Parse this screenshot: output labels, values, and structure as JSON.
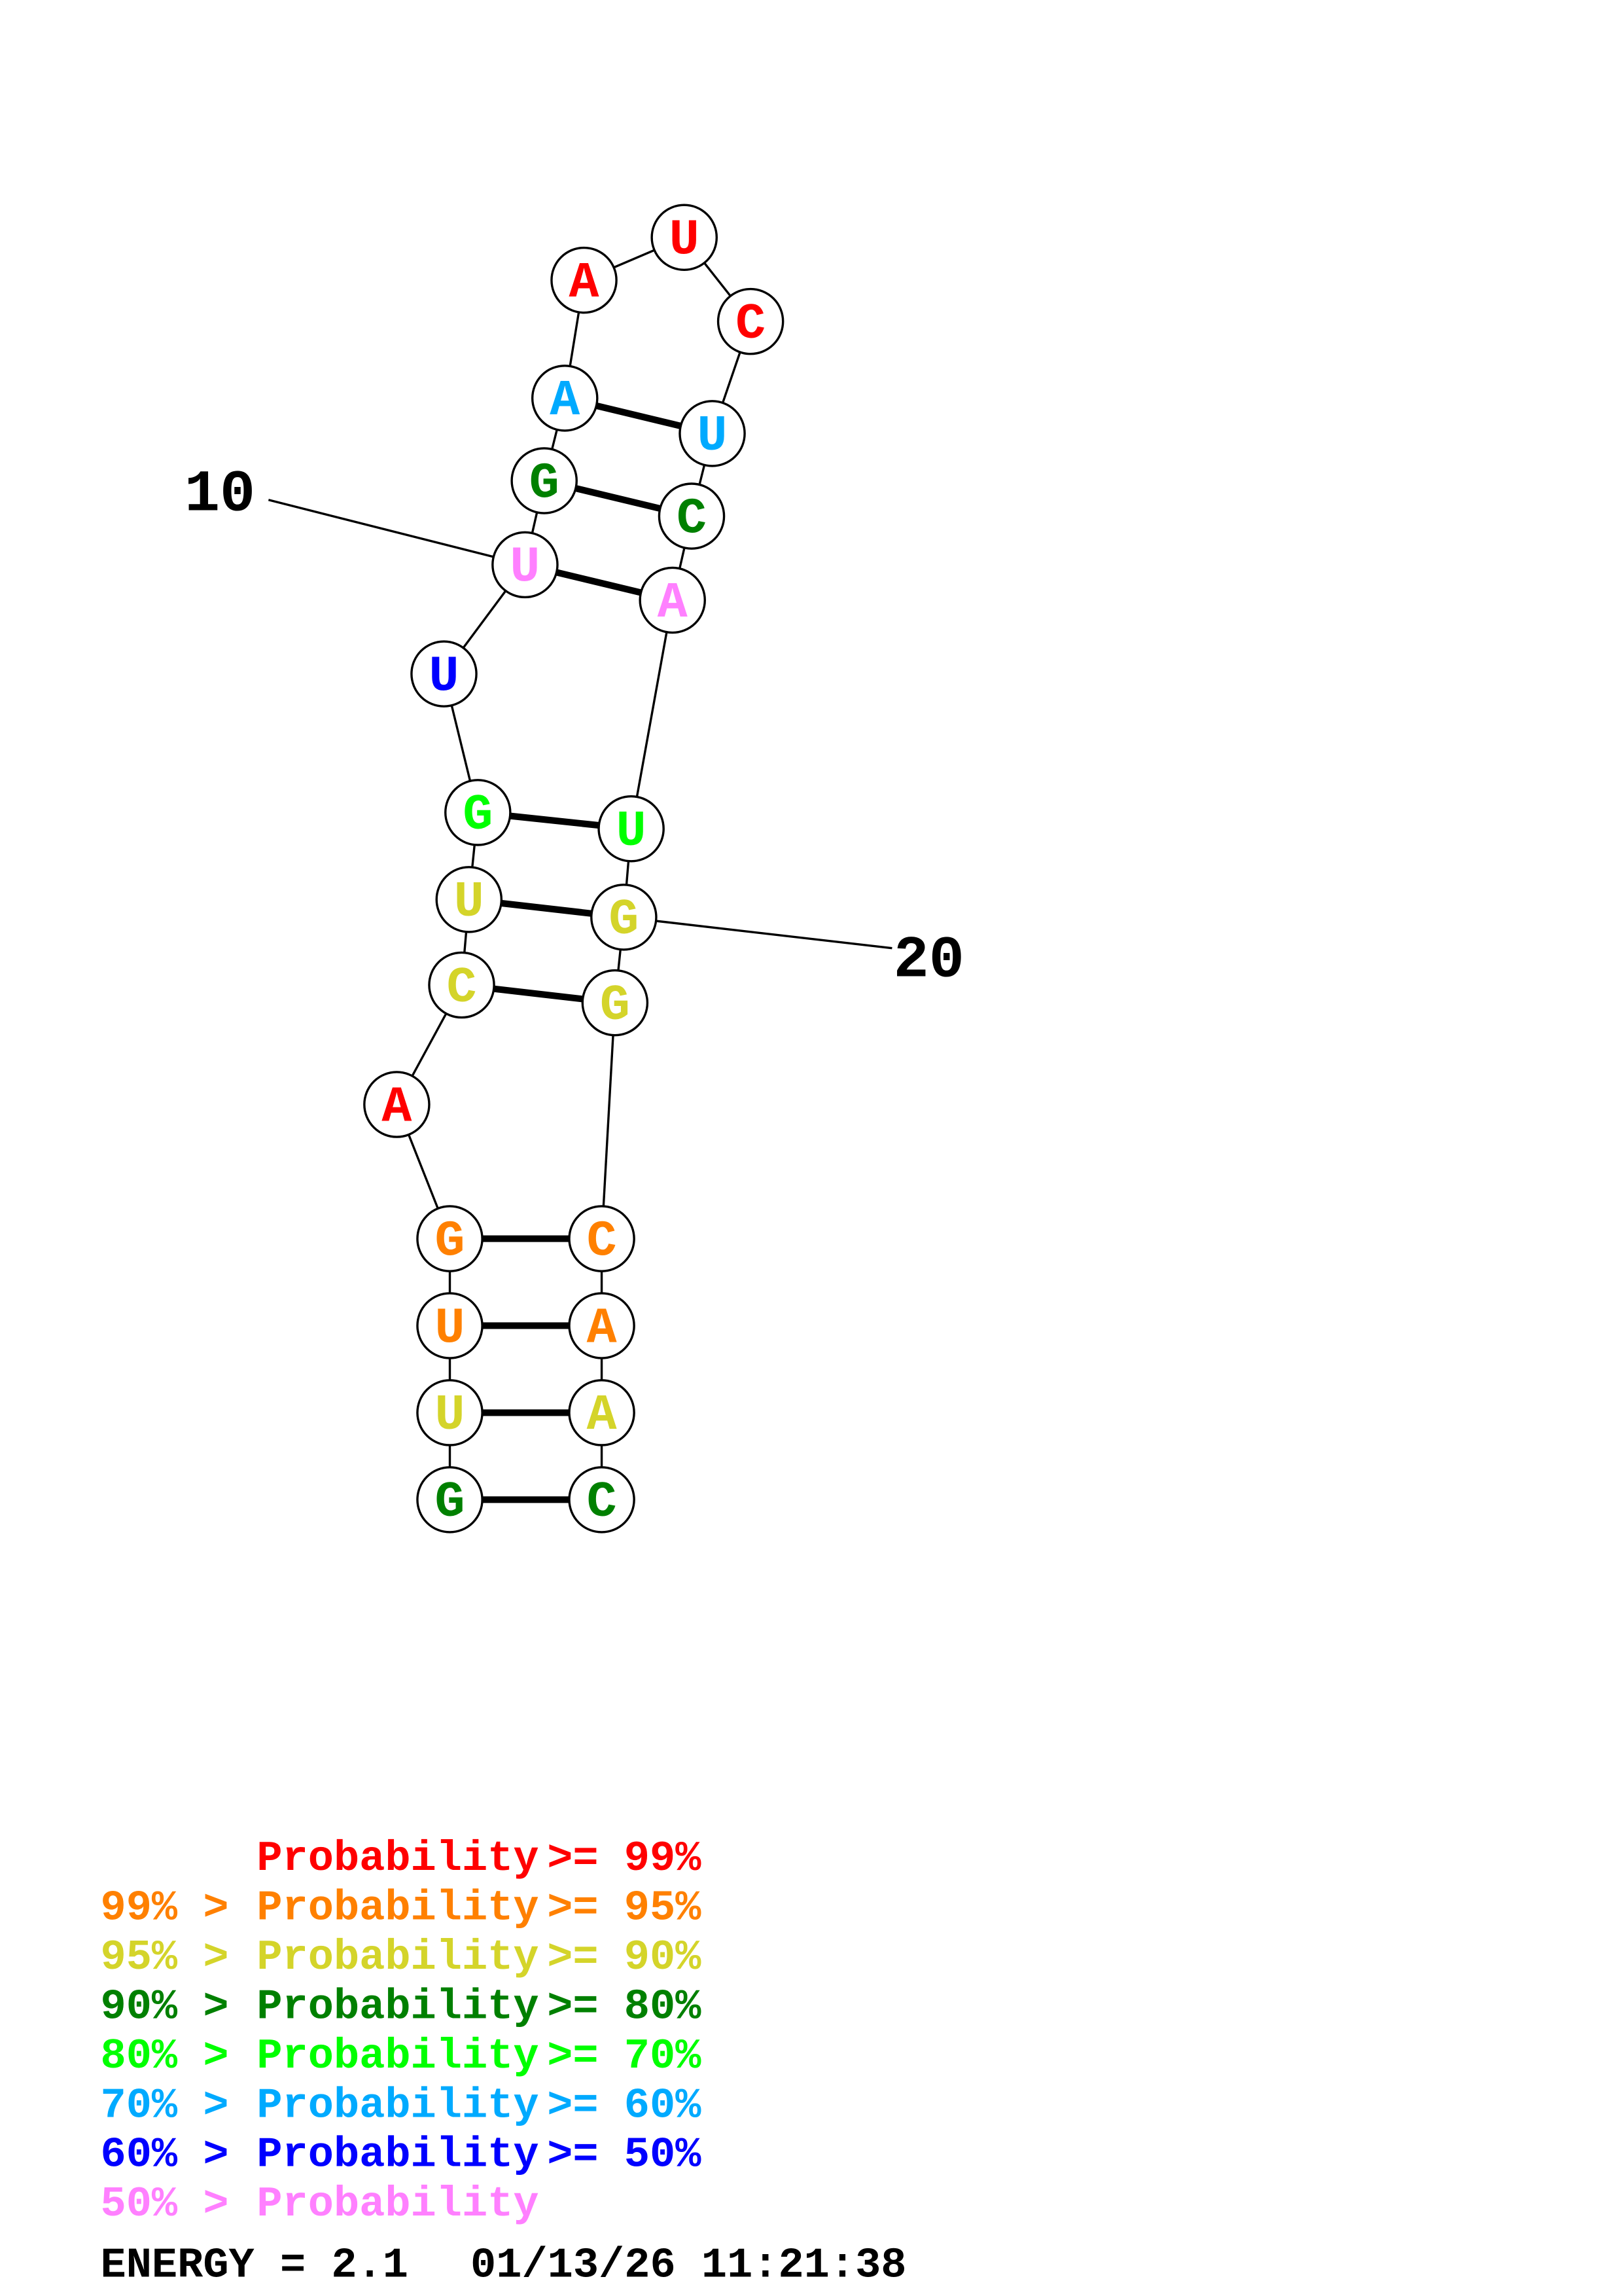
{
  "colors": {
    "p99": "#ff0000",
    "p95": "#ff8000",
    "p90": "#d4d42a",
    "p80": "#008000",
    "p70": "#00ff00",
    "p60": "#00aaff",
    "p50": "#0000ff",
    "plow": "#ff80ff"
  },
  "sequence": [
    {
      "base": "G",
      "prob": "p80"
    },
    {
      "base": "U",
      "prob": "p90"
    },
    {
      "base": "U",
      "prob": "p95"
    },
    {
      "base": "G",
      "prob": "p95"
    },
    {
      "base": "A",
      "prob": "p99"
    },
    {
      "base": "C",
      "prob": "p90"
    },
    {
      "base": "U",
      "prob": "p90"
    },
    {
      "base": "G",
      "prob": "p70"
    },
    {
      "base": "U",
      "prob": "p50"
    },
    {
      "base": "U",
      "prob": "plow"
    },
    {
      "base": "G",
      "prob": "p80"
    },
    {
      "base": "A",
      "prob": "p60"
    },
    {
      "base": "A",
      "prob": "p99"
    },
    {
      "base": "U",
      "prob": "p99"
    },
    {
      "base": "C",
      "prob": "p99"
    },
    {
      "base": "U",
      "prob": "p60"
    },
    {
      "base": "C",
      "prob": "p80"
    },
    {
      "base": "A",
      "prob": "plow"
    },
    {
      "base": "U",
      "prob": "p70"
    },
    {
      "base": "G",
      "prob": "p90"
    },
    {
      "base": "G",
      "prob": "p90"
    },
    {
      "base": "C",
      "prob": "p95"
    },
    {
      "base": "A",
      "prob": "p95"
    },
    {
      "base": "A",
      "prob": "p90"
    },
    {
      "base": "C",
      "prob": "p80"
    }
  ],
  "pairs": [
    [
      1,
      25
    ],
    [
      2,
      24
    ],
    [
      3,
      23
    ],
    [
      4,
      22
    ],
    [
      6,
      21
    ],
    [
      7,
      20
    ],
    [
      8,
      19
    ],
    [
      10,
      18
    ],
    [
      11,
      17
    ],
    [
      12,
      16
    ]
  ],
  "position_labels": {
    "label_10": "10",
    "label_20": "20"
  },
  "legend": [
    {
      "left": "    ",
      "mid": "Probability",
      "right": ">= 99%",
      "prob": "p99"
    },
    {
      "left": "99% >",
      "mid": "Probability",
      "right": ">= 95%",
      "prob": "p95"
    },
    {
      "left": "95% >",
      "mid": "Probability",
      "right": ">= 90%",
      "prob": "p90"
    },
    {
      "left": "90% >",
      "mid": "Probability",
      "right": ">= 80%",
      "prob": "p80"
    },
    {
      "left": "80% >",
      "mid": "Probability",
      "right": ">= 70%",
      "prob": "p70"
    },
    {
      "left": "70% >",
      "mid": "Probability",
      "right": ">= 60%",
      "prob": "p60"
    },
    {
      "left": "60% >",
      "mid": "Probability",
      "right": ">= 50%",
      "prob": "p50"
    },
    {
      "left": "50% >",
      "mid": "Probability",
      "right": "",
      "prob": "plow"
    }
  ],
  "footer": {
    "energy": "ENERGY = 2.1",
    "timestamp": "01/13/26 11:21:38"
  }
}
